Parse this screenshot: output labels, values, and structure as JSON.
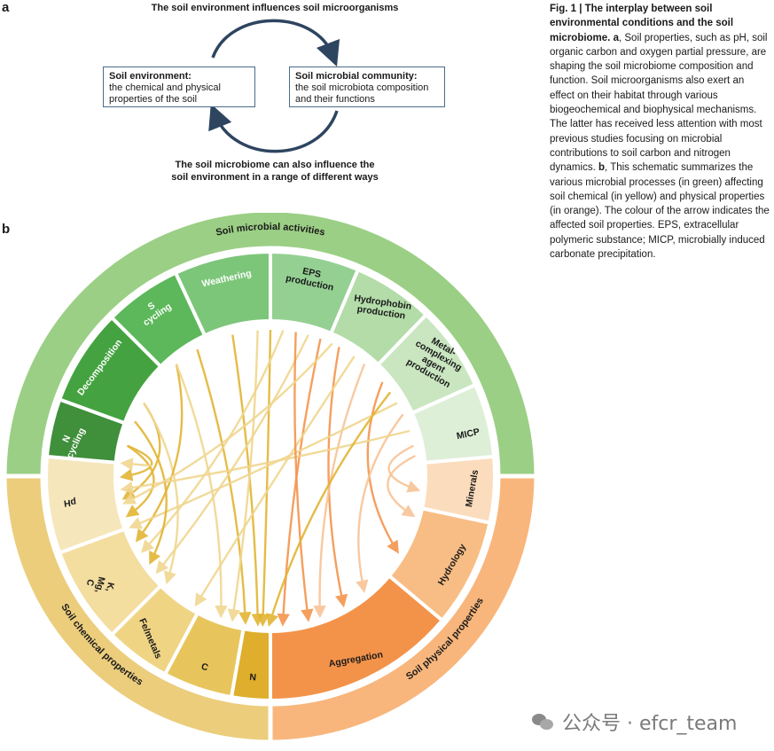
{
  "panel_a": {
    "letter": "a",
    "top_label": "The soil environment influences soil microorganisms",
    "bottom_label_line1": "The soil microbiome can also influence the",
    "bottom_label_line2": "soil environment in a range of different ways",
    "left_box": {
      "title": "Soil environment:",
      "line1": "the chemical and physical",
      "line2": "properties of the soil"
    },
    "right_box": {
      "title": "Soil microbial community:",
      "line1": "the soil microbiota composition",
      "line2": "and their functions"
    }
  },
  "panel_b": {
    "letter": "b",
    "activities_label": "Soil microbial activities",
    "chemical_label": "Soil chemical properties",
    "physical_label": "Soil physical properties",
    "activities": [
      {
        "label": "N cycling",
        "color": "#3f8f3b"
      },
      {
        "label": "Decomposition",
        "color": "#44a340"
      },
      {
        "label": "S cycling",
        "color": "#5cb85a"
      },
      {
        "label": "Weathering",
        "color": "#7cc67a"
      },
      {
        "label": "EPS production",
        "color": "#94d092"
      },
      {
        "label": "Hydrophobin production",
        "color": "#b3dca8"
      },
      {
        "label": "Metal-complexing agent production",
        "color": "#c9e6c0"
      },
      {
        "label": "MICP",
        "color": "#deefd8"
      }
    ],
    "chemical": [
      {
        "label": "pH",
        "color": "#f6e6bb"
      },
      {
        "label": "K, Mg, C",
        "color": "#f3dd9f"
      },
      {
        "label": "Fe/metals",
        "color": "#efd484"
      },
      {
        "label": "C",
        "color": "#e8c55c"
      },
      {
        "label": "N",
        "color": "#deae2c"
      }
    ],
    "physical": [
      {
        "label": "Aggregation",
        "color": "#f3934a"
      },
      {
        "label": "Hydrology",
        "color": "#f8bd84"
      },
      {
        "label": "Minerals",
        "color": "#fbdcbc"
      }
    ],
    "colors": {
      "activities_ring": "#9bcf85",
      "chemical_ring": "#ebcd7c",
      "physical_ring": "#f8b67c",
      "arrow_chemical": "#e2b534",
      "arrow_chemical_light": "#f0d690",
      "arrow_physical": "#f4954e",
      "arrow_physical_light": "#f8c497"
    }
  },
  "caption": {
    "figure_label": "Fig. 1 | The interplay between soil environmental conditions and the soil microbiome.",
    "part_a_letter": "a",
    "part_a_text": ", Soil properties, such as pH, soil organic carbon and oxygen partial pressure, are shaping the soil microbiome composition and function. Soil microorganisms also exert an effect on their habitat through various biogeochemical and biophysical mechanisms. The latter has received less attention with most previous studies focusing on microbial contributions to soil carbon and nitrogen dynamics.",
    "part_b_letter": "b",
    "part_b_text": ", This schematic summarizes the various microbial processes (in green) affecting soil chemical (in yellow) and physical properties (in orange). The colour of the arrow indicates the affected soil properties. EPS, extracellular polymeric substance; MICP, microbially induced carbonate precipitation."
  },
  "watermark": "公众号 · efcr_team"
}
